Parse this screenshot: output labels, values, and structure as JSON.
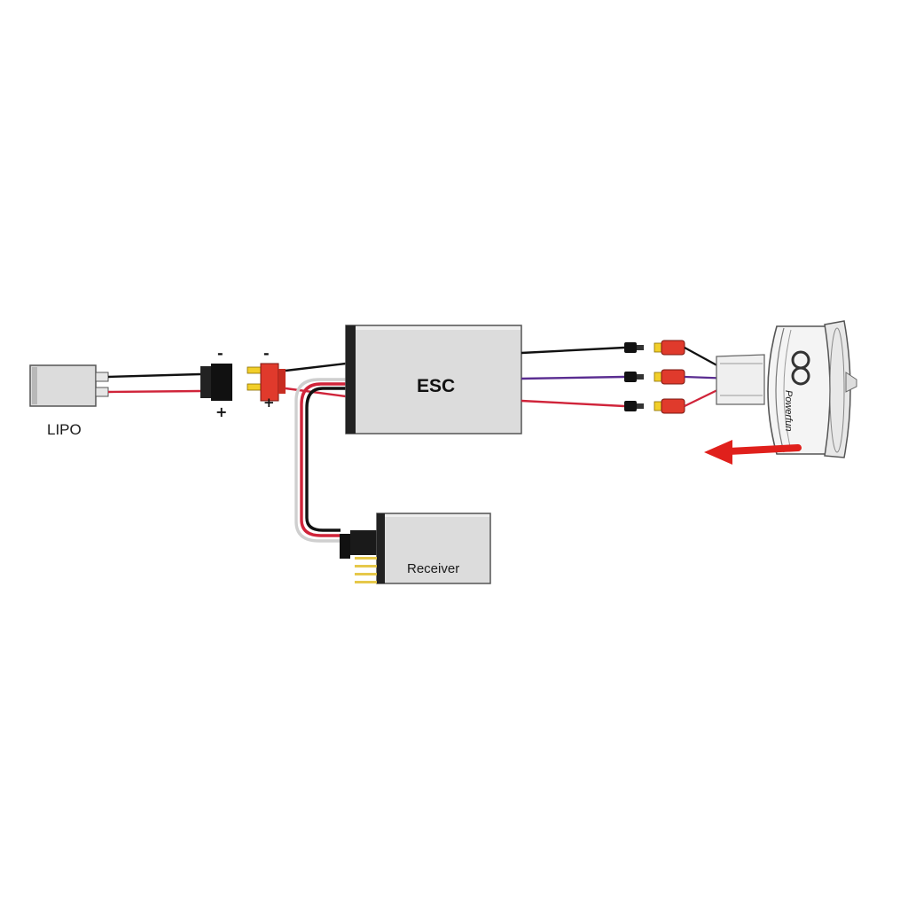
{
  "labels": {
    "lipo": "LIPO",
    "esc": "ESC",
    "receiver": "Receiver",
    "motor_brand": "Powerfun"
  },
  "polarity": {
    "battery_minus": "-",
    "battery_plus": "+",
    "esc_minus": "-",
    "esc_plus": "+"
  },
  "colors": {
    "wire_black": "#111111",
    "wire_red": "#d0243a",
    "wire_purple": "#5a2d91",
    "connector_yellow": "#f2cf2a",
    "connector_red": "#e03a2c",
    "box_fill": "#dcdcdc",
    "arrow_red": "#e0201c"
  },
  "icons": {
    "lipo": "battery-icon",
    "esc": "speed-controller-icon",
    "receiver": "receiver-icon",
    "motor": "edf-motor-icon",
    "arrow": "arrow-left-icon"
  }
}
